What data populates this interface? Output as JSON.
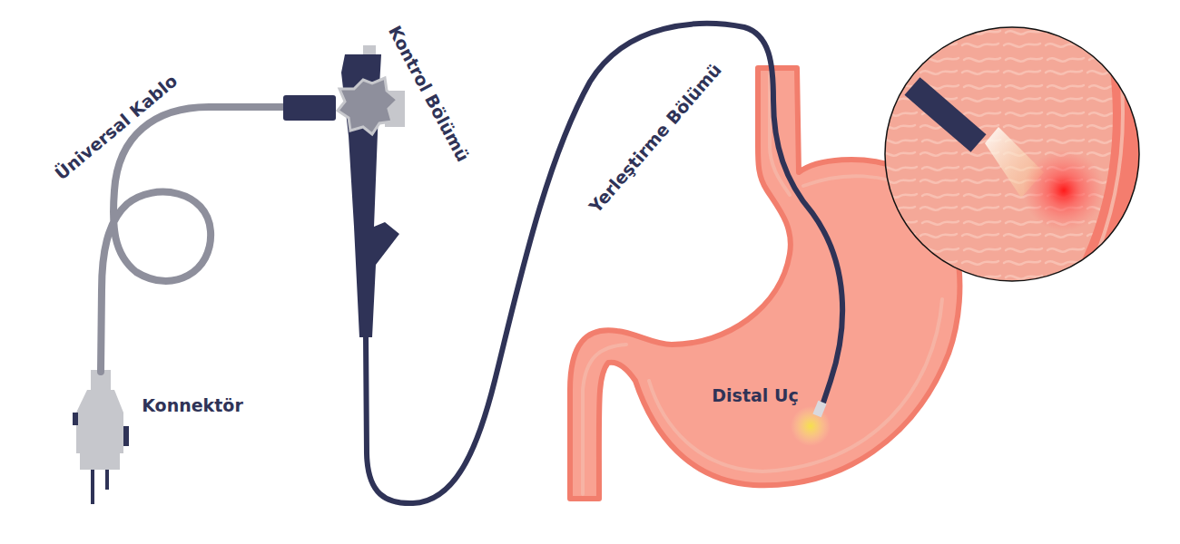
{
  "diagram": {
    "labels": [
      "Üniversal Kablo",
      "Kontrol Bölümü",
      "Yerleştirme Bölümü",
      "Konnektör",
      "Distal Uç"
    ]
  }
}
